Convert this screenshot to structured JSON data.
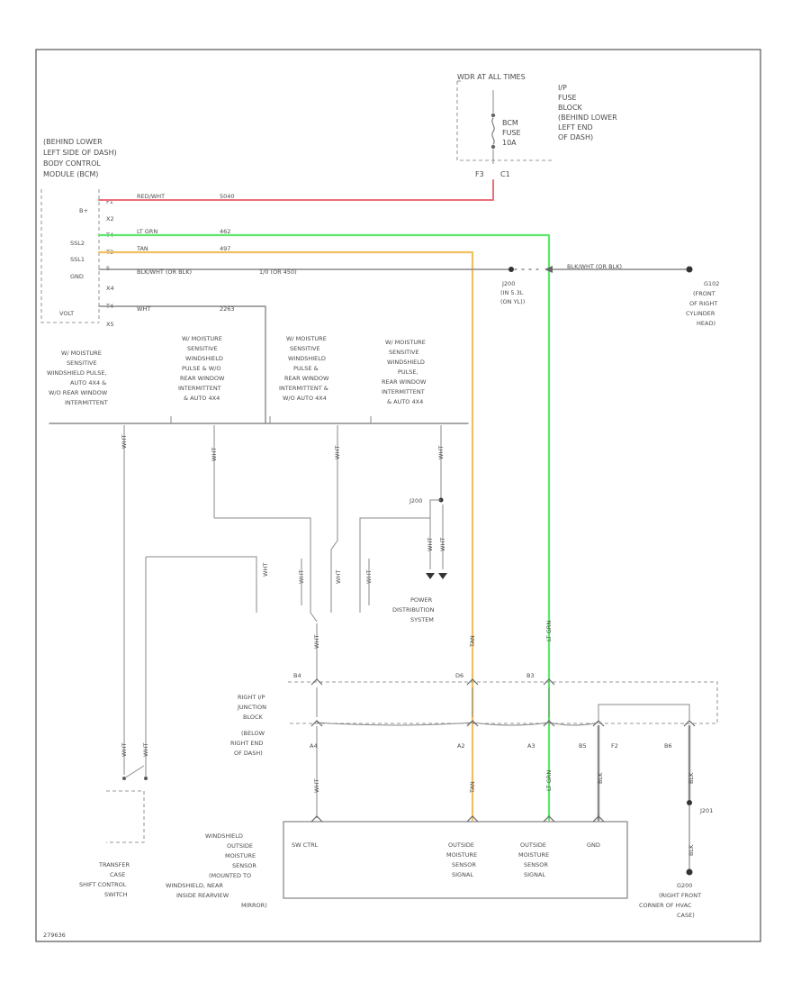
{
  "labels": {
    "fuse_header": "WDR AT ALL TIMES",
    "fuse_block_1": "I/P",
    "fuse_block_2": "FUSE",
    "fuse_block_3": "BLOCK",
    "fuse_block_4": "(BEHIND LOWER",
    "fuse_block_5": "LEFT END",
    "fuse_block_6": "OF DASH)",
    "fuse_1": "BCM",
    "fuse_2": "FUSE",
    "fuse_3": "10A",
    "fuse_pin_f3": "F3",
    "fuse_pin_c1": "C1",
    "bcm_1": "(BEHIND LOWER",
    "bcm_2": "LEFT SIDE OF DASH)",
    "bcm_3": "BODY CONTROL",
    "bcm_4": "MODULE (BCM)",
    "bcm_bplus": "B+",
    "bcm_ssl2": "SSL2",
    "bcm_ssl1": "SSL1",
    "bcm_gnd": "GND",
    "bcm_volt": "VOLT",
    "pin_f1": "F1",
    "pin_x2": "X2",
    "pin_t4": "T4",
    "pin_t3": "T3",
    "pin_s": "S",
    "pin_x4": "X4",
    "pin_t4b": "T4",
    "pin_x5": "X5",
    "w1_color": "RED/WHT",
    "w1_num": "5040",
    "w2_color": "LT GRN",
    "w2_num": "462",
    "w3_color": "TAN",
    "w3_num": "497",
    "w4_color": "BLK/WHT (OR BLK)",
    "w4_num": "1/0 (OR 450)",
    "w5_color": "WHT",
    "w5_num": "2263",
    "g_wire": "BLK/WHT (OR BLK)",
    "j200_1": "J200",
    "j200_2": "(IN 5.3L",
    "j200_3": "(ON YL))",
    "g102_1": "G102",
    "g102_2": "(FRONT",
    "g102_3": "OF RIGHT",
    "g102_4": "CYLINDER",
    "g102_5": "HEAD)",
    "opt1_1": "W/ MOISTURE",
    "opt1_2": "SENSITIVE",
    "opt1_3": "WINDSHIELD PULSE,",
    "opt1_4": "AUTO 4X4 &",
    "opt1_5": "W/O REAR WINDOW",
    "opt1_6": "INTERMITTENT",
    "opt2_1": "W/ MOISTURE",
    "opt2_2": "SENSITIVE",
    "opt2_3": "WINDSHIELD",
    "opt2_4": "PULSE & W/O",
    "opt2_5": "REAR WINDOW",
    "opt2_6": "INTERMITTENT",
    "opt2_7": "& AUTO 4X4",
    "opt3_1": "W/ MOISTURE",
    "opt3_2": "SENSITIVE",
    "opt3_3": "WINDSHIELD",
    "opt3_4": "PULSE &",
    "opt3_5": "REAR WINDOW",
    "opt3_6": "INTERMITTENT &",
    "opt3_7": "W/O AUTO 4X4",
    "opt4_1": "W/ MOISTURE",
    "opt4_2": "SENSITIVE",
    "opt4_3": "WINDSHIELD",
    "opt4_4": "PULSE,",
    "opt4_5": "REAR WINDOW",
    "opt4_6": "INTERMITTENT",
    "opt4_7": "& AUTO 4X4",
    "wht": "WHT",
    "j200b": "J200",
    "pds_1": "POWER",
    "pds_2": "DISTRIBUTION",
    "pds_3": "SYSTEM",
    "tan": "TAN",
    "ltgrn": "LT GRN",
    "blk": "BLK",
    "jb_1": "RIGHT I/P",
    "jb_2": "JUNCTION",
    "jb_3": "BLOCK",
    "jb_4": "(BELOW",
    "jb_5": "RIGHT END",
    "jb_6": "OF DASH)",
    "c_b4": "B4",
    "c_d6": "D6",
    "c_b3": "B3",
    "c_a4": "A4",
    "c_a2": "A2",
    "c_a3": "A3",
    "c_b5": "B5",
    "c_f2": "F2",
    "c_b6": "B6",
    "sensor_1": "WINDSHIELD",
    "sensor_2": "OUTSIDE",
    "sensor_3": "MOISTURE",
    "sensor_4": "SENSOR",
    "sensor_5": "(MOUNTED TO",
    "sensor_6": "WINDSHIELD, NEAR",
    "sensor_7": "INSIDE REARVIEW",
    "sensor_8": "MIRROR)",
    "s_ctrl": "SW CTRL",
    "s_sig1_1": "OUTSIDE",
    "s_sig1_2": "MOISTURE",
    "s_sig1_3": "SENSOR",
    "s_sig1_4": "SIGNAL",
    "s_sig2_1": "OUTSIDE",
    "s_sig2_2": "MOISTURE",
    "s_sig2_3": "SENSOR",
    "s_sig2_4": "SIGNAL",
    "s_gnd": "GND",
    "tc_1": "TRANSFER",
    "tc_2": "CASE",
    "tc_3": "SHIFT CONTROL",
    "tc_4": "SWITCH",
    "j201": "J201",
    "g200_1": "G200",
    "g200_2": "(RIGHT FRONT",
    "g200_3": "CORNER OF HVAC",
    "g200_4": "CASE)",
    "footer_code": "279636"
  },
  "colors": {
    "red_wire": "#e8707a",
    "green_wire": "#5ce86a",
    "tan_wire": "#f0c060",
    "gray_wire": "#8a8a8a",
    "text": "#4a4a4a"
  }
}
